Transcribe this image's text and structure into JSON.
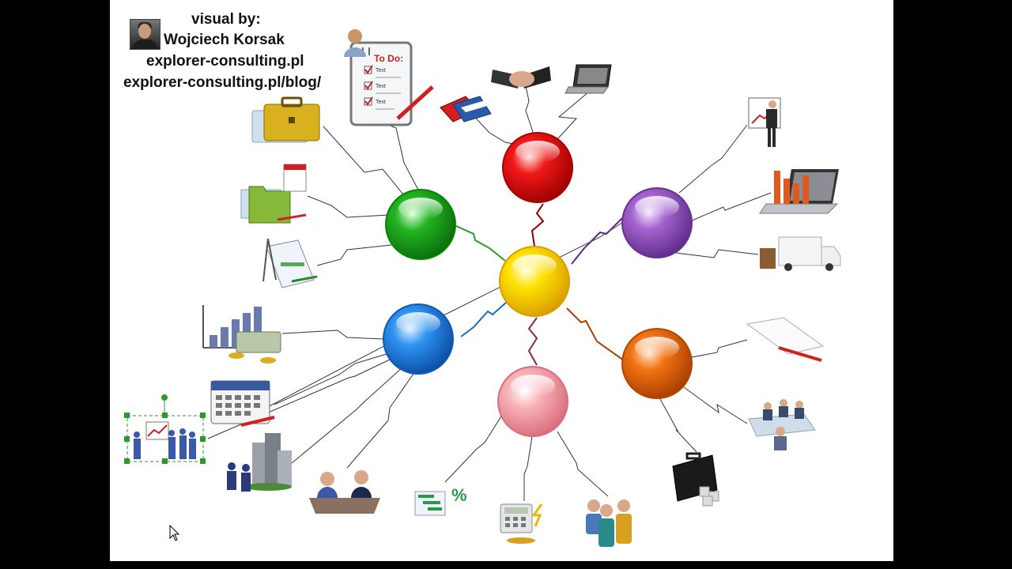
{
  "credits": {
    "line1": "visual by:",
    "line2": "Wojciech Korsak",
    "line3": "explorer-consulting.pl",
    "line4": "explorer-consulting.pl/blog/"
  },
  "todo_card": {
    "title": "To Do:",
    "items": [
      "Text",
      "Text",
      "Text"
    ]
  },
  "hubs": [
    {
      "name": "yellow-center-hub",
      "color": "#f7d000"
    },
    {
      "name": "red-hub",
      "color": "#e01010"
    },
    {
      "name": "green-hub",
      "color": "#1ea51e"
    },
    {
      "name": "purple-hub",
      "color": "#9a55c2"
    },
    {
      "name": "blue-hub",
      "color": "#2a8ae8"
    },
    {
      "name": "orange-hub",
      "color": "#ee6a10"
    },
    {
      "name": "pink-hub",
      "color": "#f4a0a8"
    }
  ],
  "icons": [
    "briefcase-icon",
    "todo-list-icon",
    "folders-icon",
    "compass-chart-icon",
    "bar-chart-money-icon",
    "calendar-icon",
    "presentation-team-icon",
    "buildings-people-icon",
    "meeting-icon",
    "gantt-percent-icon",
    "calculator-icon",
    "team-icon",
    "binders-icon",
    "handshake-icon",
    "laptop-icon",
    "presenter-icon",
    "laptop-chart-icon",
    "delivery-truck-icon",
    "document-pen-icon",
    "conference-icon",
    "case-puzzle-icon"
  ]
}
